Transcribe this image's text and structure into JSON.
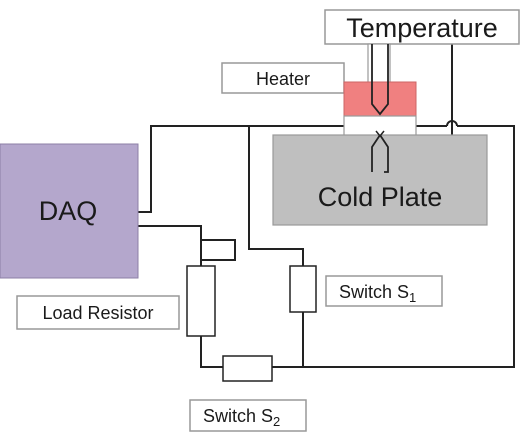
{
  "labels": {
    "temperature": "Temperature",
    "heater": "Heater",
    "daq": "DAQ",
    "cold_plate": "Cold Plate",
    "load_resistor": "Load Resistor",
    "switch_s1_main": "Switch S",
    "switch_s1_sub": "1",
    "switch_s2_main": "Switch S",
    "switch_s2_sub": "2"
  },
  "colors": {
    "daq_fill": "#b4a7cc",
    "daq_stroke": "#8c7fa6",
    "heater_fill": "#f08080",
    "cold_plate_fill": "#bfbfbf",
    "wire": "#222222",
    "label_box_stroke": "#999999"
  }
}
